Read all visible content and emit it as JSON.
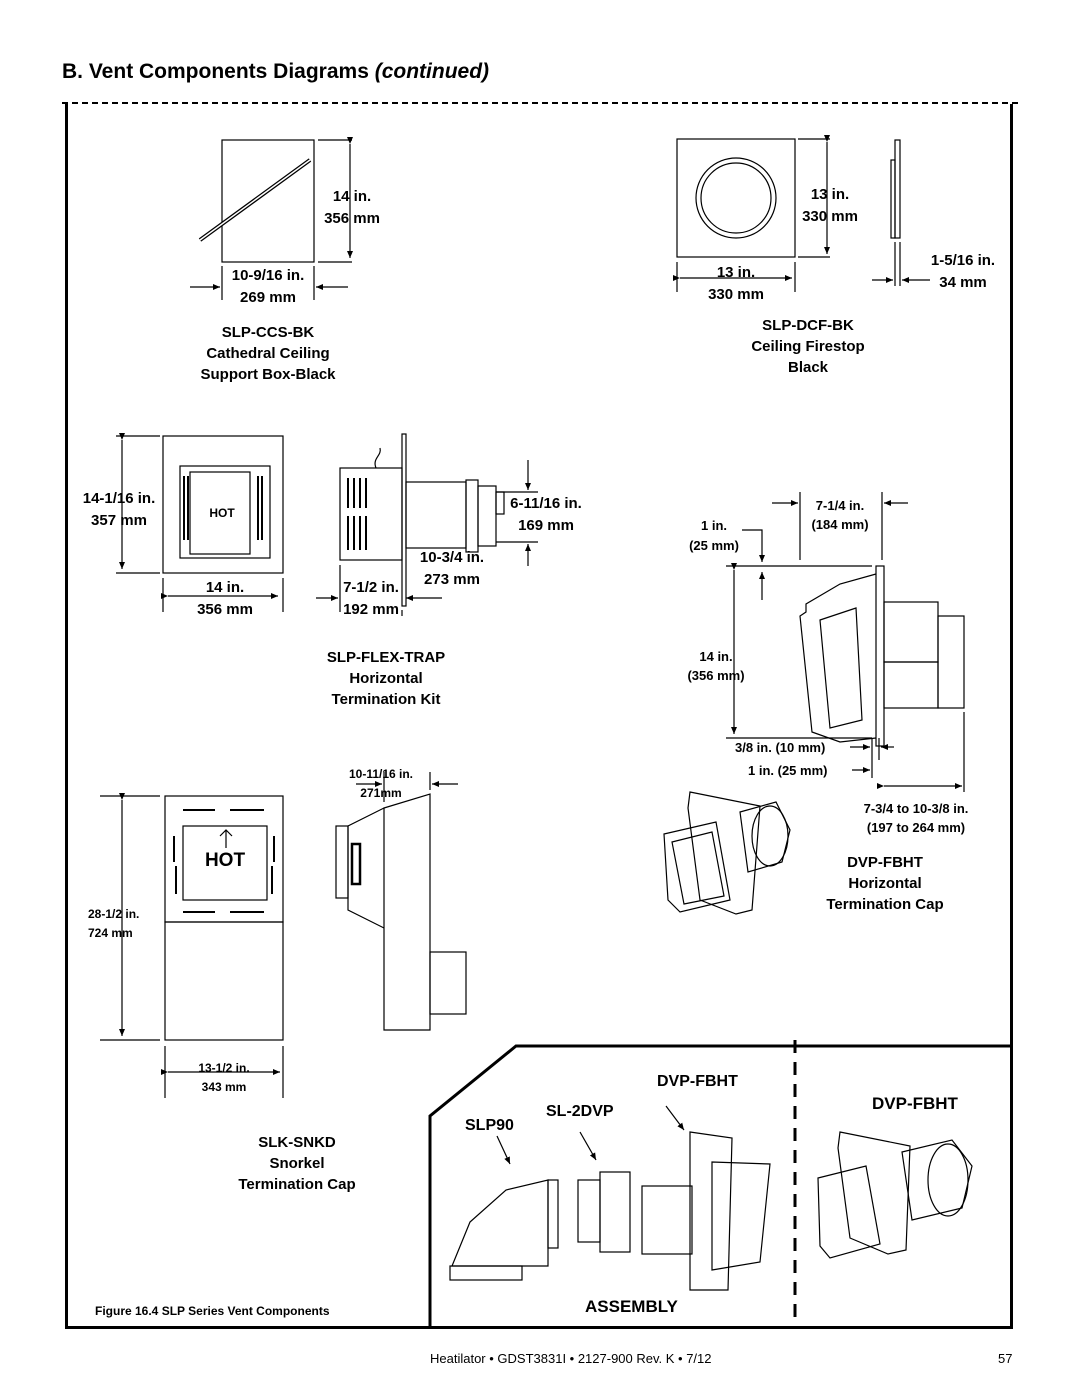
{
  "heading": {
    "main": "B.  Vent Components Diagrams",
    "continued": "(continued)"
  },
  "ccs": {
    "dim_height": [
      "14 in.",
      "356 mm"
    ],
    "dim_width": [
      "10-9/16 in.",
      "269 mm"
    ],
    "part": "SLP-CCS-BK",
    "desc": [
      "Cathedral Ceiling",
      "Support Box-Black"
    ]
  },
  "dcf": {
    "dim_height": [
      "13 in.",
      "330 mm"
    ],
    "dim_width": [
      "13 in.",
      "330 mm"
    ],
    "dim_depth": [
      "1-5/16 in.",
      "34 mm"
    ],
    "part": "SLP-DCF-BK",
    "desc": [
      "Ceiling Firestop",
      "Black"
    ]
  },
  "flex": {
    "dim_height": [
      "14-1/16 in.",
      "357 mm"
    ],
    "dim_width": [
      "14 in.",
      "356 mm"
    ],
    "dim_depth1": [
      "7-1/2 in.",
      "192 mm"
    ],
    "dim_depth2": [
      "10-3/4 in.",
      "273 mm"
    ],
    "dim_pipe": [
      "6-11/16 in.",
      "169 mm"
    ],
    "hot_label": "HOT",
    "part": "SLP-FLEX-TRAP",
    "desc": [
      "Horizontal",
      "Termination Kit"
    ]
  },
  "fbht": {
    "dim_top": [
      "7-1/4 in.",
      "(184 mm)"
    ],
    "dim_offset": [
      "1 in.",
      "(25 mm)"
    ],
    "dim_height": [
      "14 in.",
      "(356 mm)"
    ],
    "dim_a": "3/8 in. (10 mm)",
    "dim_b": "1 in. (25 mm)",
    "dim_range": [
      "7-3/4 to 10-3/8 in.",
      "(197 to 264 mm)"
    ],
    "part": "DVP-FBHT",
    "desc": [
      "Horizontal",
      "Termination Cap"
    ]
  },
  "snkd": {
    "dim_depth": [
      "10-11/16 in.",
      "271mm"
    ],
    "dim_height": [
      "28-1/2 in.",
      "724 mm"
    ],
    "dim_width": [
      "13-1/2 in.",
      "343 mm"
    ],
    "hot_label": "HOT",
    "part": "SLK-SNKD",
    "desc": [
      "Snorkel",
      "Termination Cap"
    ]
  },
  "assembly": {
    "label_fbht": "DVP-FBHT",
    "label_2dvp": "SL-2DVP",
    "label_slp90": "SLP90",
    "label_fbht_right": "DVP-FBHT",
    "title": "ASSEMBLY"
  },
  "caption": "Figure 16.4  SLP Series Vent Components",
  "footer": {
    "text": "Heatilator  •  GDST3831I  •  2127-900 Rev. K  •  7/12",
    "page": "57"
  }
}
